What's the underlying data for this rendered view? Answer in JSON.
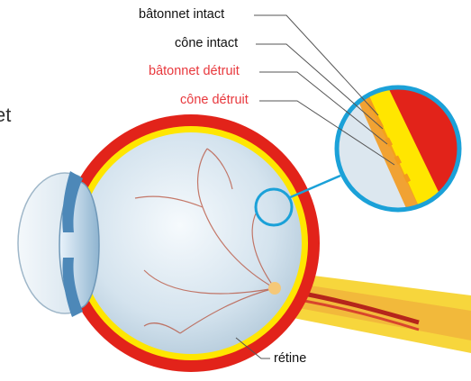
{
  "labels": {
    "rod_intact": "bâtonnet intact",
    "cone_intact": "cône intact",
    "rod_destroyed": "bâtonnet détruit",
    "cone_destroyed": "cône détruit",
    "retina": "rétine"
  },
  "cropped_text": "et",
  "colors": {
    "intact_text": "#111111",
    "destroyed_text": "#e8383d",
    "sclera": "#e2231a",
    "retina_layer": "#ffe600",
    "zoom_ring": "#1ba1d8",
    "leader_line": "#555555"
  }
}
